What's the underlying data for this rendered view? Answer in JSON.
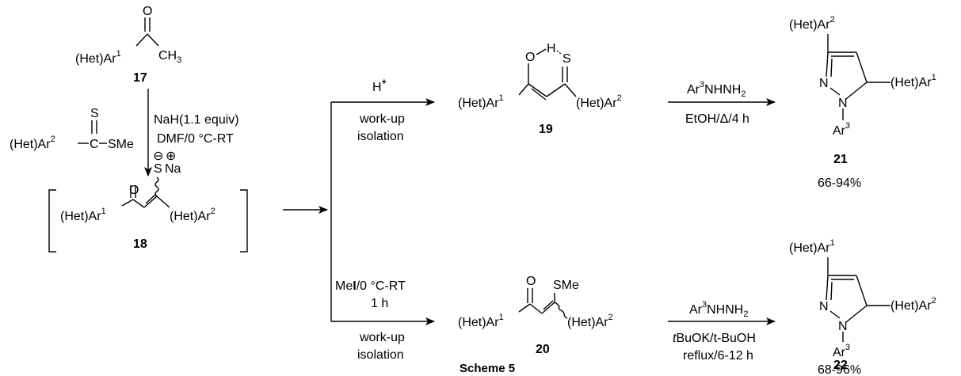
{
  "compounds": {
    "c17": {
      "number": "17",
      "ar_label": "(Het)Ar",
      "ar_index": "1",
      "oxygen": "O",
      "methyl": "CH",
      "methyl_sub": "3"
    },
    "reagent": {
      "ar_label": "(Het)Ar",
      "ar_index": "2",
      "sulfur": "S",
      "carbon": "C",
      "sme": "SMe"
    },
    "c18": {
      "number": "18",
      "oxygen": "O",
      "sulfur": "S",
      "sodium": "Na",
      "ar1_label": "(Het)Ar",
      "ar1_index": "1",
      "ar2_label": "(Het)Ar",
      "ar2_index": "2",
      "minus": "⊖",
      "plus": "⊕"
    },
    "c19": {
      "number": "19",
      "oxygen": "O",
      "hydrogen": "H",
      "sulfur": "S",
      "ar1_label": "(Het)Ar",
      "ar1_index": "1",
      "ar2_label": "(Het)Ar",
      "ar2_index": "2"
    },
    "c20": {
      "number": "20",
      "oxygen": "O",
      "sme": "SMe",
      "ar1_label": "(Het)Ar",
      "ar1_index": "1",
      "ar2_label": "(Het)Ar",
      "ar2_index": "2"
    },
    "c21": {
      "number": "21",
      "yield": "66-94%",
      "top_label": "(Het)Ar",
      "top_index": "2",
      "side_label": "(Het)Ar",
      "side_index": "1",
      "n1": "N",
      "n2": "N",
      "ar3_label": "Ar",
      "ar3_index": "3"
    },
    "c22": {
      "number": "22",
      "yield": "68-96%",
      "top_label": "(Het)Ar",
      "top_index": "1",
      "side_label": "(Het)Ar",
      "side_index": "2",
      "n1": "N",
      "n2": "N",
      "ar3_label": "Ar",
      "ar3_index": "3"
    }
  },
  "conditions": {
    "step1_line1": "NaH(1.1 equiv)",
    "step1_line2": "DMF/0 °C-RT",
    "top_branch_reagent": "H",
    "top_branch_reagent_sup": "+",
    "top_branch_line1": "work-up",
    "top_branch_line2": "isolation",
    "bottom_branch_line1_pre": "Me",
    "bottom_branch_line1_bold": "I",
    "bottom_branch_line1_post": "/0 °C-RT",
    "bottom_branch_line2": "1 h",
    "bottom_branch_line3": "work-up",
    "bottom_branch_line4": "isolation",
    "to21_reagent": "Ar",
    "to21_reagent_sup": "3",
    "to21_reagent_tail": "NHNH",
    "to21_reagent_sub": "2",
    "to21_line2": "EtOH/Δ/4 h",
    "to22_reagent": "Ar",
    "to22_reagent_sup": "3",
    "to22_reagent_tail": "NHNH",
    "to22_reagent_sub": "2",
    "to22_line2_italic": "t",
    "to22_line2": "BuOK/t-BuOH",
    "to22_line3": "reflux/6-12 h"
  },
  "caption": "Scheme 5"
}
